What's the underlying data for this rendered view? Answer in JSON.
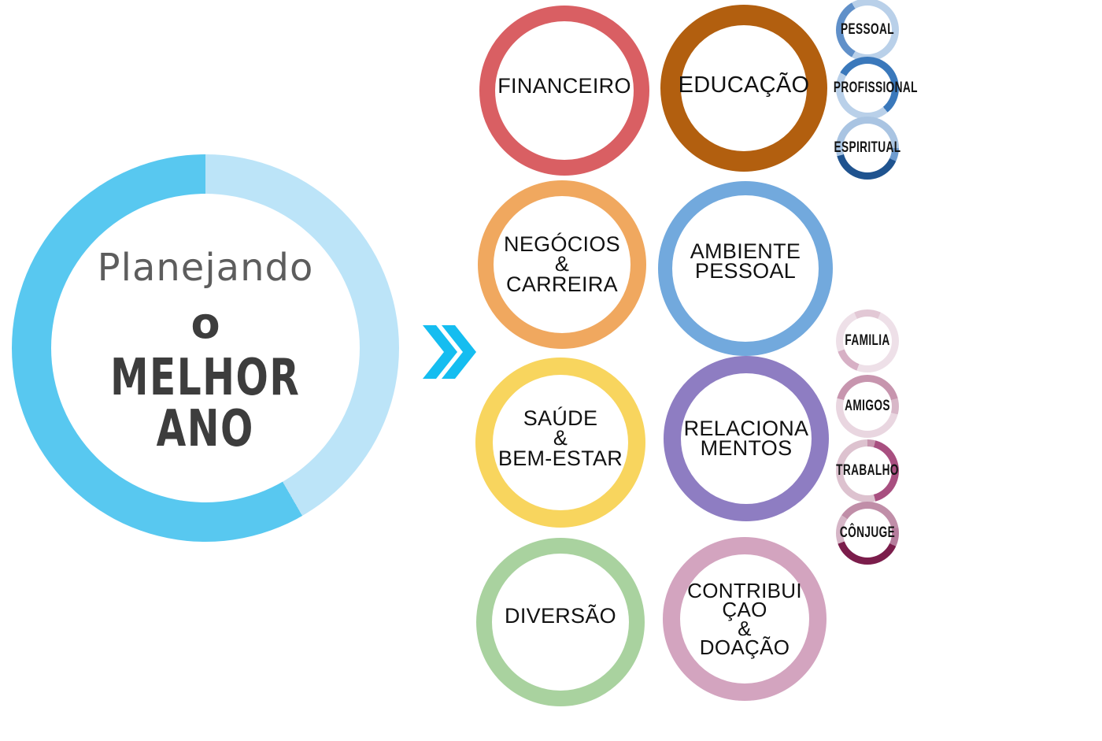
{
  "hub": {
    "lines": [
      "Planejando",
      "o",
      "MELHOR",
      "ANO"
    ],
    "colors": {
      "title": "#5d5d5d",
      "emphasis": "#3d3d3d"
    },
    "ring": {
      "segments": [
        [
          0,
          150,
          "#bce4f8"
        ],
        [
          150,
          360,
          "#58c8f0"
        ]
      ]
    }
  },
  "arrow": {
    "name": "double-chevron-right",
    "color": "#15bdf0"
  },
  "palette": {
    "label": "#111111"
  },
  "categories": [
    {
      "id": "financeiro",
      "lines": [
        "FINANCEIRO"
      ],
      "color": "#d95f63"
    },
    {
      "id": "educacao",
      "lines": [
        "EDUCAÇÃO"
      ],
      "color": "#b25f0f"
    },
    {
      "id": "negocios-carreira",
      "lines": [
        "NEGÓCIOS",
        "&",
        "CARREIRA"
      ],
      "color": "#f0a85f"
    },
    {
      "id": "ambiente-pessoal",
      "lines": [
        "AMBIENTE",
        "PESSOAL"
      ],
      "color": "#72a9dd"
    },
    {
      "id": "saude-bem-estar",
      "lines": [
        "SAÚDE",
        "&",
        "BEM-ESTAR"
      ],
      "color": "#f8d55e"
    },
    {
      "id": "relacionamentos",
      "lines": [
        "RELACIONA",
        "MENTOS"
      ],
      "color": "#8e7dc2"
    },
    {
      "id": "diversao",
      "lines": [
        "DIVERSÃO"
      ],
      "color": "#a9d29f"
    },
    {
      "id": "contribuicao-doacao",
      "lines": [
        "CONTRIBUI",
        "ÇAO",
        "&",
        "DOAÇÃO"
      ],
      "color": "#d3a4bf"
    }
  ],
  "education_subs": [
    {
      "label": "PESSOAL",
      "segments": [
        [
          0,
          210,
          "#b9d0e9"
        ],
        [
          210,
          330,
          "#6090c9"
        ],
        [
          330,
          360,
          "#b9d0e9"
        ]
      ]
    },
    {
      "label": "PROFISSIONAL",
      "segments": [
        [
          0,
          140,
          "#3a78bb"
        ],
        [
          140,
          300,
          "#b9d0e9"
        ],
        [
          300,
          360,
          "#3a78bb"
        ]
      ]
    },
    {
      "label": "ESPIRITUAL",
      "segments": [
        [
          0,
          90,
          "#a9c4e2"
        ],
        [
          90,
          115,
          "#6f9ccf"
        ],
        [
          115,
          255,
          "#1f538f"
        ],
        [
          255,
          360,
          "#a9c4e2"
        ]
      ]
    }
  ],
  "relationship_subs": [
    {
      "label": "FAMILIA",
      "segments": [
        [
          0,
          25,
          "#e2c8d5"
        ],
        [
          25,
          200,
          "#eee0e8"
        ],
        [
          200,
          250,
          "#d7b0c5"
        ],
        [
          250,
          335,
          "#eee0e8"
        ],
        [
          335,
          360,
          "#e2c8d5"
        ]
      ]
    },
    {
      "label": "AMIGOS",
      "segments": [
        [
          0,
          75,
          "#c795ae"
        ],
        [
          75,
          105,
          "#d8b7c8"
        ],
        [
          105,
          285,
          "#e9d6e0"
        ],
        [
          285,
          360,
          "#c795ae"
        ]
      ]
    },
    {
      "label": "TRABALHO",
      "segments": [
        [
          0,
          15,
          "#c795ae"
        ],
        [
          15,
          165,
          "#a84f80"
        ],
        [
          165,
          360,
          "#ddc2cf"
        ]
      ]
    },
    {
      "label": "CÔNJUGE",
      "segments": [
        [
          0,
          80,
          "#c08ea8"
        ],
        [
          80,
          115,
          "#b57c9c"
        ],
        [
          115,
          250,
          "#7b1d4b"
        ],
        [
          250,
          305,
          "#d6b6c7"
        ],
        [
          305,
          360,
          "#c08ea8"
        ]
      ]
    }
  ]
}
